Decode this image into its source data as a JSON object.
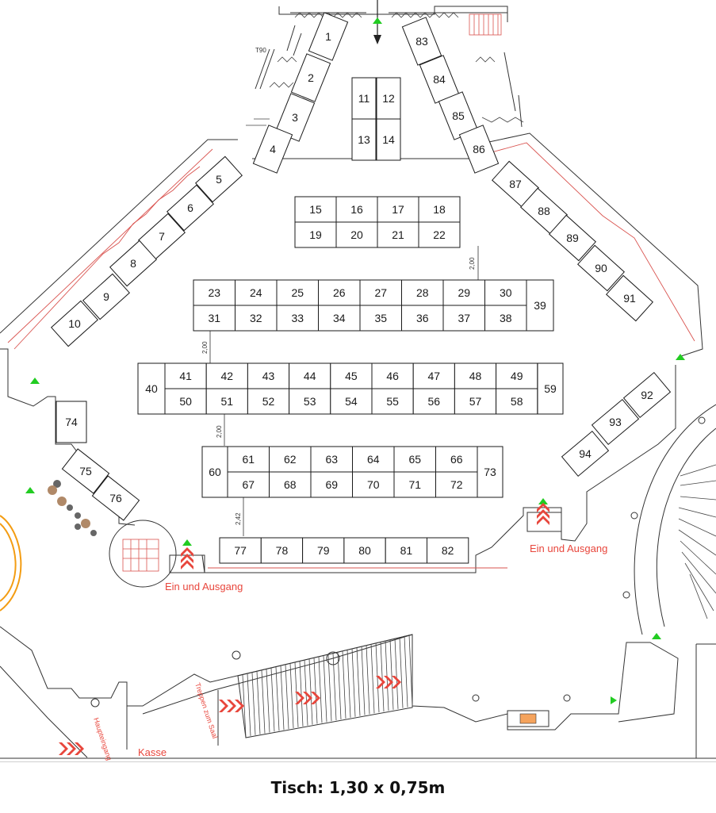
{
  "tables": [
    {
      "id": "1",
      "label": "1"
    },
    {
      "id": "2",
      "label": "2"
    },
    {
      "id": "3",
      "label": "3"
    },
    {
      "id": "4",
      "label": "4"
    },
    {
      "id": "5",
      "label": "5"
    },
    {
      "id": "6",
      "label": "6"
    },
    {
      "id": "7",
      "label": "7"
    },
    {
      "id": "8",
      "label": "8"
    },
    {
      "id": "9",
      "label": "9"
    },
    {
      "id": "10",
      "label": "10"
    },
    {
      "id": "11",
      "label": "11"
    },
    {
      "id": "12",
      "label": "12"
    },
    {
      "id": "13",
      "label": "13"
    },
    {
      "id": "14",
      "label": "14"
    },
    {
      "id": "15",
      "label": "15"
    },
    {
      "id": "16",
      "label": "16"
    },
    {
      "id": "17",
      "label": "17"
    },
    {
      "id": "18",
      "label": "18"
    },
    {
      "id": "19",
      "label": "19"
    },
    {
      "id": "20",
      "label": "20"
    },
    {
      "id": "21",
      "label": "21"
    },
    {
      "id": "22",
      "label": "22"
    },
    {
      "id": "23",
      "label": "23"
    },
    {
      "id": "24",
      "label": "24"
    },
    {
      "id": "25",
      "label": "25"
    },
    {
      "id": "26",
      "label": "26"
    },
    {
      "id": "27",
      "label": "27"
    },
    {
      "id": "28",
      "label": "28"
    },
    {
      "id": "29",
      "label": "29"
    },
    {
      "id": "30",
      "label": "30"
    },
    {
      "id": "31",
      "label": "31"
    },
    {
      "id": "32",
      "label": "32"
    },
    {
      "id": "33",
      "label": "33"
    },
    {
      "id": "34",
      "label": "34"
    },
    {
      "id": "35",
      "label": "35"
    },
    {
      "id": "36",
      "label": "36"
    },
    {
      "id": "37",
      "label": "37"
    },
    {
      "id": "38",
      "label": "38"
    },
    {
      "id": "39",
      "label": "39"
    },
    {
      "id": "40",
      "label": "40"
    },
    {
      "id": "41",
      "label": "41"
    },
    {
      "id": "42",
      "label": "42"
    },
    {
      "id": "43",
      "label": "43"
    },
    {
      "id": "44",
      "label": "44"
    },
    {
      "id": "45",
      "label": "45"
    },
    {
      "id": "46",
      "label": "46"
    },
    {
      "id": "47",
      "label": "47"
    },
    {
      "id": "48",
      "label": "48"
    },
    {
      "id": "49",
      "label": "49"
    },
    {
      "id": "50",
      "label": "50"
    },
    {
      "id": "51",
      "label": "51"
    },
    {
      "id": "52",
      "label": "52"
    },
    {
      "id": "53",
      "label": "53"
    },
    {
      "id": "54",
      "label": "54"
    },
    {
      "id": "55",
      "label": "55"
    },
    {
      "id": "56",
      "label": "56"
    },
    {
      "id": "57",
      "label": "57"
    },
    {
      "id": "58",
      "label": "58"
    },
    {
      "id": "59",
      "label": "59"
    },
    {
      "id": "60",
      "label": "60"
    },
    {
      "id": "61",
      "label": "61"
    },
    {
      "id": "62",
      "label": "62"
    },
    {
      "id": "63",
      "label": "63"
    },
    {
      "id": "64",
      "label": "64"
    },
    {
      "id": "65",
      "label": "65"
    },
    {
      "id": "66",
      "label": "66"
    },
    {
      "id": "67",
      "label": "67"
    },
    {
      "id": "68",
      "label": "68"
    },
    {
      "id": "69",
      "label": "69"
    },
    {
      "id": "70",
      "label": "70"
    },
    {
      "id": "71",
      "label": "71"
    },
    {
      "id": "72",
      "label": "72"
    },
    {
      "id": "73",
      "label": "73"
    },
    {
      "id": "74",
      "label": "74"
    },
    {
      "id": "75",
      "label": "75"
    },
    {
      "id": "76",
      "label": "76"
    },
    {
      "id": "77",
      "label": "77"
    },
    {
      "id": "78",
      "label": "78"
    },
    {
      "id": "79",
      "label": "79"
    },
    {
      "id": "80",
      "label": "80"
    },
    {
      "id": "81",
      "label": "81"
    },
    {
      "id": "82",
      "label": "82"
    },
    {
      "id": "83",
      "label": "83"
    },
    {
      "id": "84",
      "label": "84"
    },
    {
      "id": "85",
      "label": "85"
    },
    {
      "id": "86",
      "label": "86"
    },
    {
      "id": "87",
      "label": "87"
    },
    {
      "id": "88",
      "label": "88"
    },
    {
      "id": "89",
      "label": "89"
    },
    {
      "id": "90",
      "label": "90"
    },
    {
      "id": "91",
      "label": "91"
    },
    {
      "id": "92",
      "label": "92"
    },
    {
      "id": "93",
      "label": "93"
    },
    {
      "id": "94",
      "label": "94"
    }
  ],
  "dimensions": {
    "aisle_a": "2,00",
    "aisle_b": "2,00",
    "aisle_c": "2,00",
    "aisle_d": "2,42"
  },
  "labels": {
    "exit_left": "Ein und Ausgang",
    "exit_right": "Ein und Ausgang",
    "main_entrance": "Haupteingang",
    "cashier": "Kasse",
    "stairs": "Treppen zum Saal",
    "door_code": "T90"
  },
  "footer": {
    "caption": "Tisch: 1,30 x 0,75m"
  },
  "colors": {
    "accent_red": "#e8463c",
    "exit_green": "#22cc22",
    "stage_orange": "#f39c12",
    "counter": "#f5a35c"
  }
}
